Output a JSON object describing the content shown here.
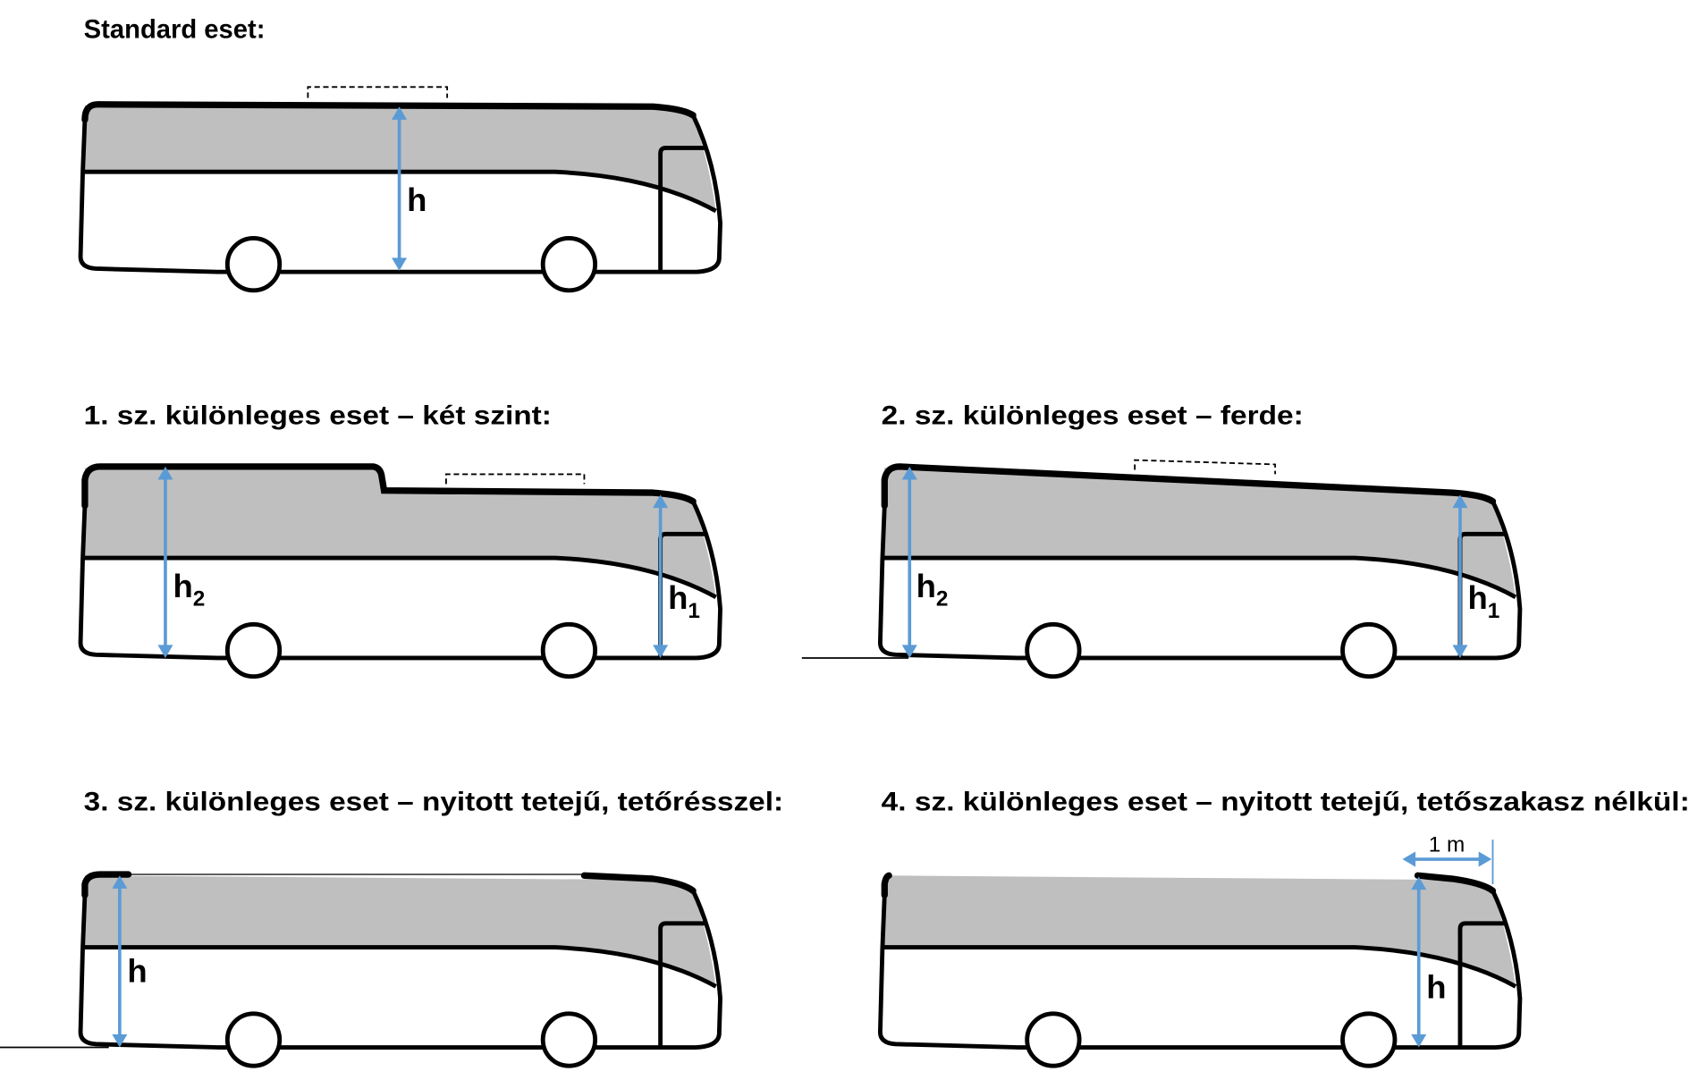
{
  "titles": {
    "standard": "Standard eset:",
    "case1": "1. sz. különleges eset – két szint:",
    "case2": "2. sz. különleges eset – ferde:",
    "case3": "3. sz. különleges eset – nyitott tetejű, tetőrésszel:",
    "case4": "4. sz. különleges eset – nyitott tetejű, tetőszakasz nélkül:"
  },
  "labels": {
    "h": "h",
    "h1_main": "h",
    "h1_sub": "1",
    "h2_main": "h",
    "h2_sub": "2",
    "one_meter": "1 m"
  },
  "colors": {
    "arrow": "#5b9bd5",
    "roof_fill": "#bfbfbf"
  }
}
